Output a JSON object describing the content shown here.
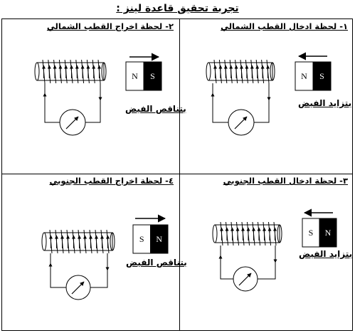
{
  "title": "تجربة تحقيق قاعدة لينز :",
  "cells": [
    {
      "heading": "١- لحظة ادخال القطب الشمالي",
      "flux": "بتزايد الفيض",
      "magnet": [
        "N",
        "S"
      ],
      "direction": "left"
    },
    {
      "heading": "٢- لحظة اخراج القطب الشمالي",
      "flux": "بتناقص الفيض",
      "magnet": [
        "N",
        "S"
      ],
      "direction": "right"
    },
    {
      "heading": "٣- لحظة ادخال القطب الجنوبي",
      "flux": "بتزايد الفيض",
      "magnet": [
        "S",
        "N"
      ],
      "direction": "left"
    },
    {
      "heading": "٤- لحظة اخراج القطب الجنوبي",
      "flux": "بتناقص الفيض",
      "magnet": [
        "S",
        "N"
      ],
      "direction": "right"
    }
  ]
}
